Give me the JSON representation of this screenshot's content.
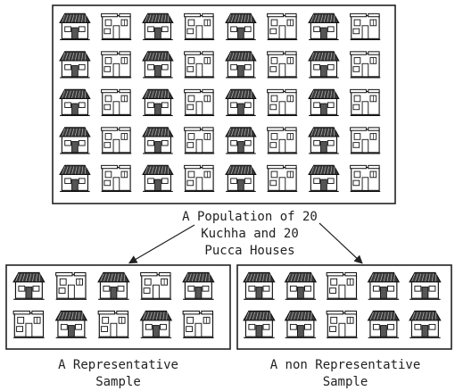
{
  "population": {
    "caption": "A Population of 20\nKuchha and 20\nPucca Houses",
    "grid": [
      [
        "kuchha",
        "pucca",
        "kuchha",
        "pucca",
        "kuchha",
        "pucca",
        "kuchha",
        "pucca"
      ],
      [
        "kuchha",
        "pucca",
        "kuchha",
        "pucca",
        "kuchha",
        "pucca",
        "kuchha",
        "pucca"
      ],
      [
        "kuchha",
        "pucca",
        "kuchha",
        "pucca",
        "kuchha",
        "pucca",
        "kuchha",
        "pucca"
      ],
      [
        "kuchha",
        "pucca",
        "kuchha",
        "pucca",
        "kuchha",
        "pucca",
        "kuchha",
        "pucca"
      ],
      [
        "kuchha",
        "pucca",
        "kuchha",
        "pucca",
        "kuchha",
        "pucca",
        "kuchha",
        "pucca"
      ]
    ]
  },
  "representative_sample": {
    "caption": "A Representative\nSample",
    "grid": [
      [
        "kuchha",
        "pucca",
        "kuchha",
        "pucca",
        "kuchha"
      ],
      [
        "pucca",
        "kuchha",
        "pucca",
        "kuchha",
        "pucca"
      ]
    ]
  },
  "non_representative_sample": {
    "caption": "A non Representative\nSample",
    "grid": [
      [
        "kuchha",
        "kuchha",
        "pucca",
        "kuchha",
        "kuchha"
      ],
      [
        "kuchha",
        "kuchha",
        "pucca",
        "kuchha",
        "kuchha"
      ]
    ]
  }
}
